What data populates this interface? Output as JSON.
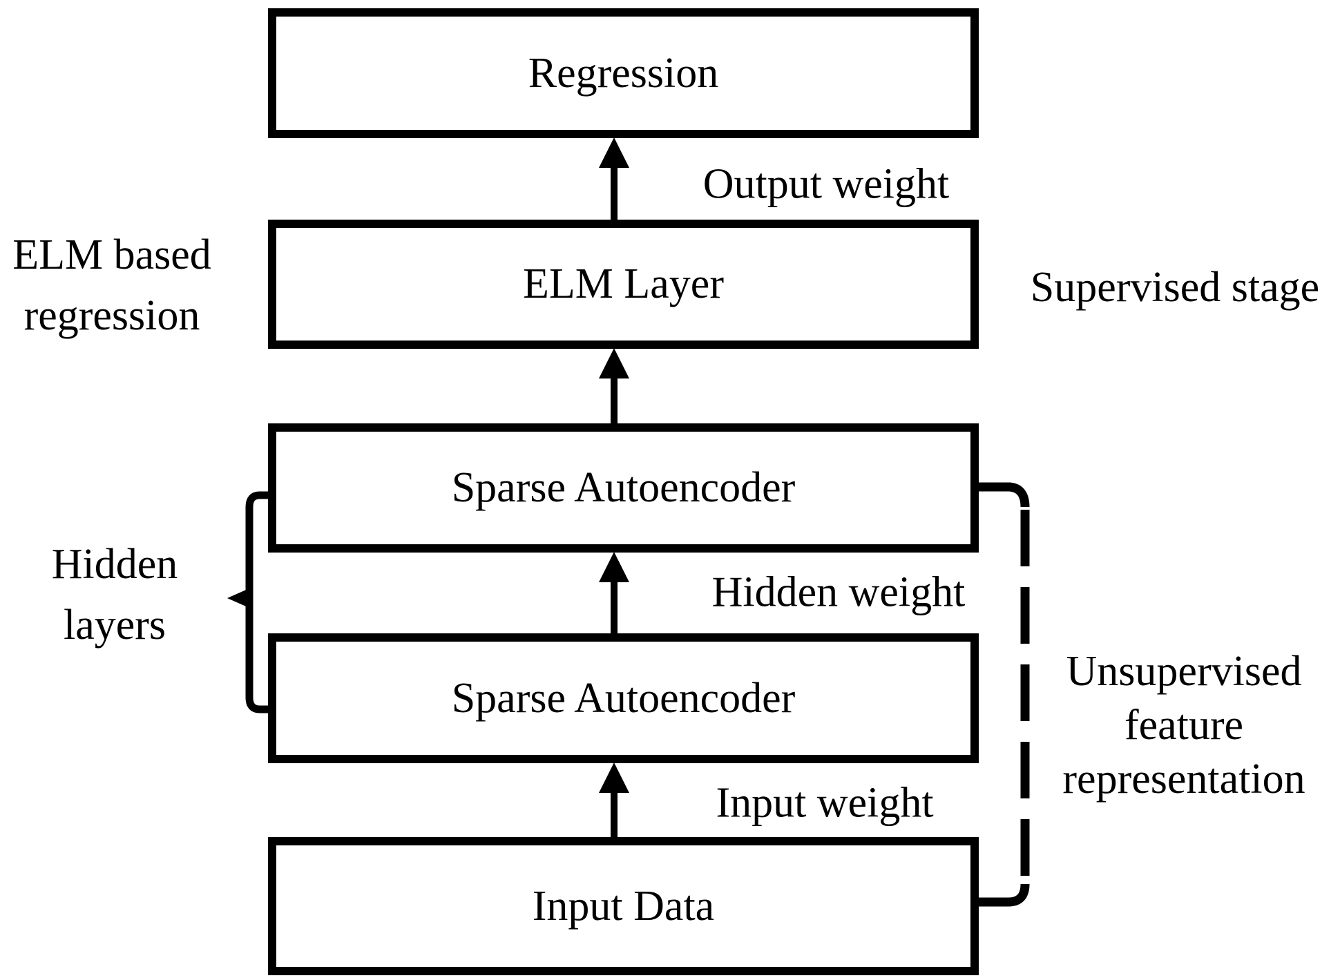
{
  "figure": {
    "colors": {
      "background": "#ffffff",
      "ink": "#000000"
    },
    "boxes": [
      {
        "label": "Regression"
      },
      {
        "label": "ELM Layer"
      },
      {
        "label": "Sparse Autoencoder"
      },
      {
        "label": "Sparse Autoencoder"
      },
      {
        "label": "Input Data"
      }
    ],
    "edge_labels": {
      "output_weight": "Output weight",
      "hidden_weight": "Hidden weight",
      "input_weight": "Input weight"
    },
    "side_labels": {
      "elm_based_regression": {
        "lines": [
          "ELM based",
          "regression"
        ]
      },
      "supervised_stage": {
        "lines": [
          "Supervised stage"
        ]
      },
      "hidden_layers": {
        "lines": [
          "Hidden",
          "layers"
        ]
      },
      "unsupervised_feature_representation": {
        "lines": [
          "Unsupervised",
          "feature",
          "representation"
        ]
      }
    }
  }
}
